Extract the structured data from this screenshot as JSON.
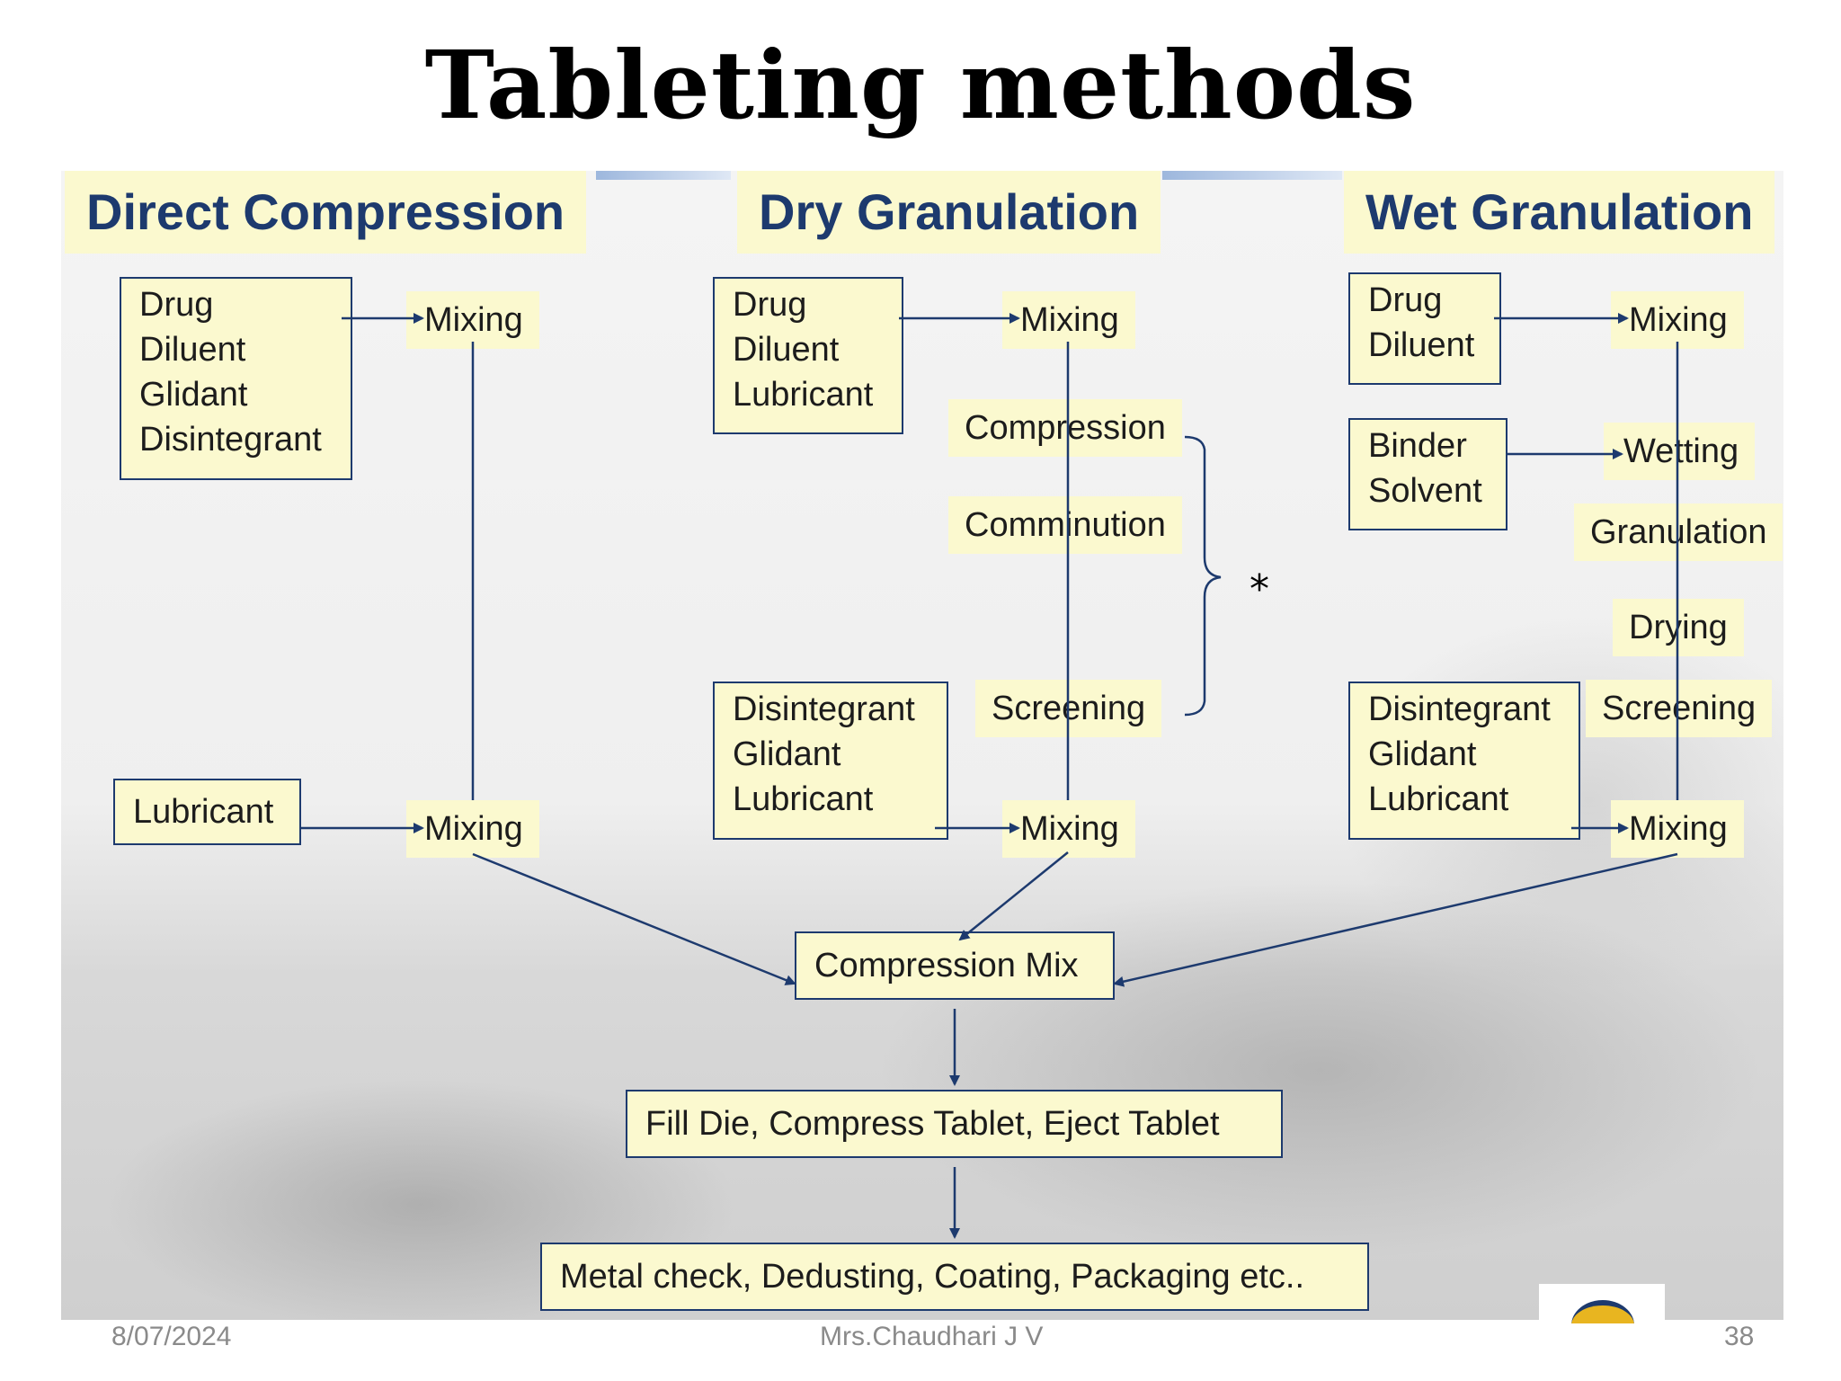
{
  "slide": {
    "title": "Tableting methods",
    "footer_date": "8/07/2024",
    "footer_author": "Mrs.Chaudhari J V",
    "footer_page": "38",
    "annotation": "*"
  },
  "columns": {
    "direct": {
      "heading": "Direct Compression",
      "box1": [
        "Drug",
        "Diluent",
        "Glidant",
        "Disintegrant"
      ],
      "mixing1": "Mixing",
      "box2": "Lubricant",
      "mixing2": "Mixing"
    },
    "dry": {
      "heading": "Dry Granulation",
      "box1": [
        "Drug",
        "Diluent",
        "Lubricant"
      ],
      "mixing1": "Mixing",
      "steps": [
        "Compression",
        "Comminution",
        "Screening"
      ],
      "box2": [
        "Disintegrant",
        "Glidant",
        "Lubricant"
      ],
      "mixing2": "Mixing"
    },
    "wet": {
      "heading": "Wet Granulation",
      "box1": [
        "Drug",
        "Diluent"
      ],
      "mixing1": "Mixing",
      "box2": [
        "Binder",
        "Solvent"
      ],
      "wetting": "Wetting",
      "steps": [
        "Granulation",
        "Drying",
        "Screening"
      ],
      "box3": [
        "Disintegrant",
        "Glidant",
        "Lubricant"
      ],
      "mixing2": "Mixing"
    }
  },
  "common": {
    "compression_mix": "Compression Mix",
    "fill_die": "Fill Die, Compress Tablet, Eject Tablet",
    "finishing": "Metal check, Dedusting, Coating, Packaging etc.."
  },
  "colors": {
    "heading_text": "#1d3a6e",
    "box_fill": "#fbf9cf",
    "arrow": "#1d3a6e"
  }
}
